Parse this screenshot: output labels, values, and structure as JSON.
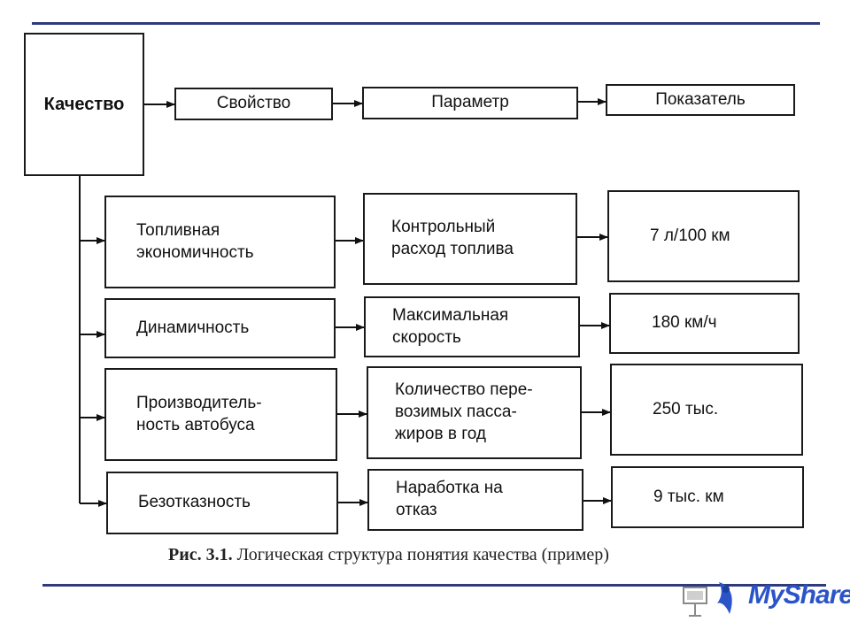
{
  "header": {
    "quality": "Качество",
    "property": "Свойство",
    "parameter": "Параметр",
    "indicator": "Показатель"
  },
  "rows": [
    {
      "property": "Топливная\nэкономичность",
      "parameter": "Контрольный\nрасход топлива",
      "indicator": "7 л/100 км"
    },
    {
      "property": "Динамичность",
      "parameter": "Максимальная\nскорость",
      "indicator": "180 км/ч"
    },
    {
      "property": "Производитель-\nность автобуса",
      "parameter": "Количество пере-\nвозимых пасса-\nжиров в год",
      "indicator": "250 тыс."
    },
    {
      "property": "Безотказность",
      "parameter": "Наработка на\nотказ",
      "indicator": "9 тыс. км"
    }
  ],
  "caption": {
    "label": "Рис. 3.1.",
    "text": " Логическая структура понятия качества (пример)"
  },
  "logo": {
    "text": "MyShared",
    "color": "#2a54c8"
  }
}
